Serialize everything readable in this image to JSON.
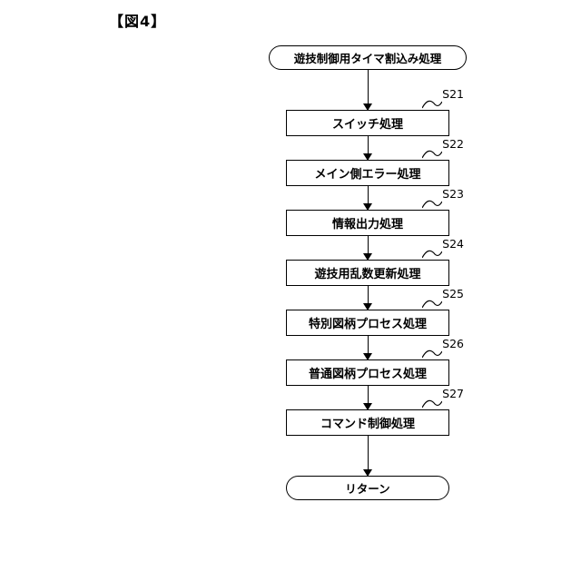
{
  "figure_title": "【図4】",
  "flowchart": {
    "start": "遊技制御用タイマ割込み処理",
    "steps": [
      {
        "id": "S21",
        "label": "スイッチ処理"
      },
      {
        "id": "S22",
        "label": "メイン側エラー処理"
      },
      {
        "id": "S23",
        "label": "情報出力処理"
      },
      {
        "id": "S24",
        "label": "遊技用乱数更新処理"
      },
      {
        "id": "S25",
        "label": "特別図柄プロセス処理"
      },
      {
        "id": "S26",
        "label": "普通図柄プロセス処理"
      },
      {
        "id": "S27",
        "label": "コマンド制御処理"
      }
    ],
    "end": "リターン"
  }
}
